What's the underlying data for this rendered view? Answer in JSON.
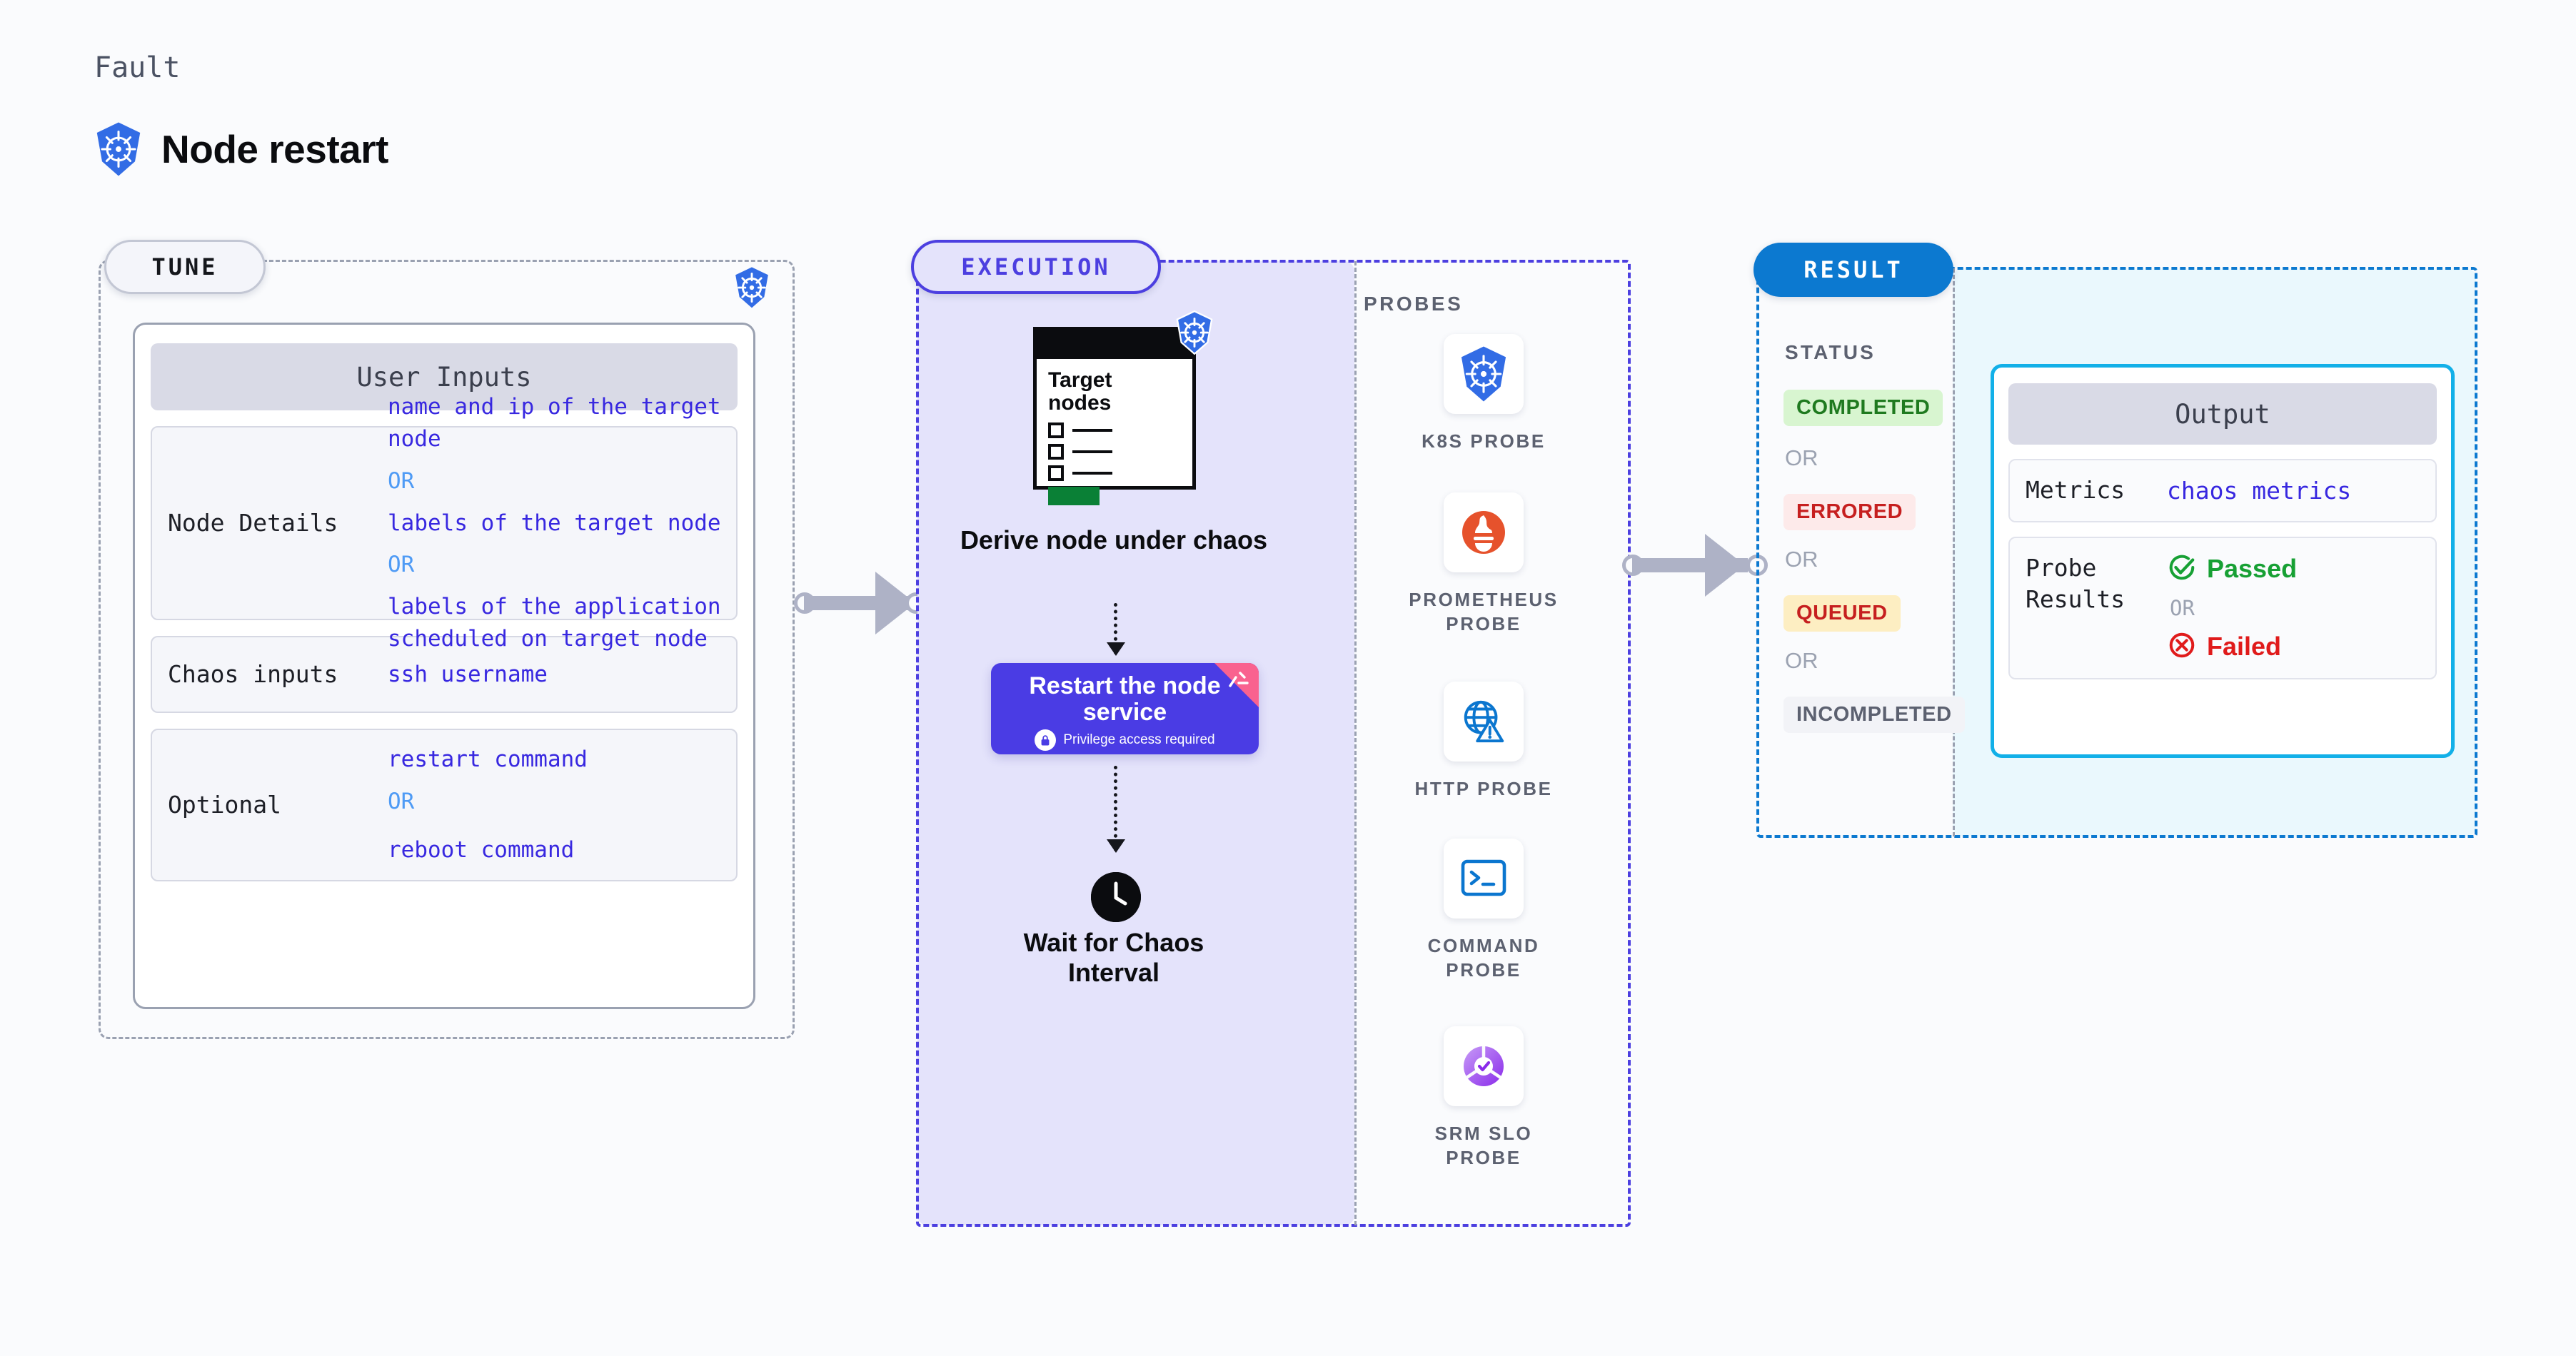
{
  "header": {
    "eyebrow": "Fault",
    "title": "Node restart",
    "icon": "kubernetes-icon"
  },
  "tune": {
    "chip_label": "TUNE",
    "badge_icon": "kubernetes-icon",
    "section_title": "User Inputs",
    "fields": [
      {
        "label": "Node Details",
        "values": [
          "name and ip of the target node",
          "labels of the target node",
          "labels of the application\n scheduled on target node"
        ],
        "or_label": "OR"
      },
      {
        "label": "Chaos inputs",
        "values": [
          "ssh username"
        ],
        "or_label": "OR"
      },
      {
        "label": "Optional",
        "values": [
          "restart command",
          "reboot command"
        ],
        "or_label": "OR"
      }
    ]
  },
  "execution": {
    "chip_label": "EXECUTION",
    "doc_card": {
      "title": "Target\nnodes",
      "badge_icon": "kubernetes-icon",
      "rows": 3
    },
    "steps": [
      {
        "caption": "Derive node under chaos",
        "icon": "target-nodes-document-icon"
      },
      {
        "caption": "Restart the node service",
        "sub": "Privilege access required",
        "icon": "lock-icon",
        "ribbon": "party-flag-icon"
      },
      {
        "caption": "Wait for Chaos Interval",
        "icon": "clock-icon"
      }
    ],
    "action_label": "Restart the node service",
    "action_sub": "Privilege access required",
    "probes_heading": "PROBES",
    "probes": [
      {
        "label": "K8S PROBE",
        "icon": "kubernetes-icon"
      },
      {
        "label": "PROMETHEUS PROBE",
        "icon": "prometheus-icon"
      },
      {
        "label": "HTTP PROBE",
        "icon": "globe-warning-icon"
      },
      {
        "label": "COMMAND PROBE",
        "icon": "terminal-icon"
      },
      {
        "label": "SRM SLO PROBE",
        "icon": "slo-check-icon"
      }
    ]
  },
  "result": {
    "chip_label": "RESULT",
    "status_heading": "STATUS",
    "or_label": "OR",
    "statuses": [
      {
        "label": "COMPLETED",
        "text_color": "#1f7a1f",
        "bg_color": "#d8f5d0"
      },
      {
        "label": "ERRORED",
        "text_color": "#c61f1f",
        "bg_color": "#fdeaea"
      },
      {
        "label": "QUEUED",
        "text_color": "#c61f1f",
        "bg_color": "#fdeec2"
      },
      {
        "label": "INCOMPLETED",
        "text_color": "#5c6170",
        "bg_color": "#f2f3f7"
      }
    ],
    "output": {
      "title": "Output",
      "metrics_label": "Metrics",
      "metrics_value": "chaos metrics",
      "probe_label": "Probe Results",
      "passed_label": "Passed",
      "failed_label": "Failed",
      "or_label": "OR"
    }
  },
  "colors": {
    "kubernetes_blue": "#326ce5",
    "execution_purple": "#4c3fe0",
    "execution_fill": "#e4e3fb",
    "result_blue": "#0c79d0",
    "result_fill": "#eaf8fd",
    "output_border": "#12b0e8",
    "accent_pink": "#f9628f",
    "value_indigo": "#3828e0",
    "or_blue": "#4f9bf5"
  }
}
